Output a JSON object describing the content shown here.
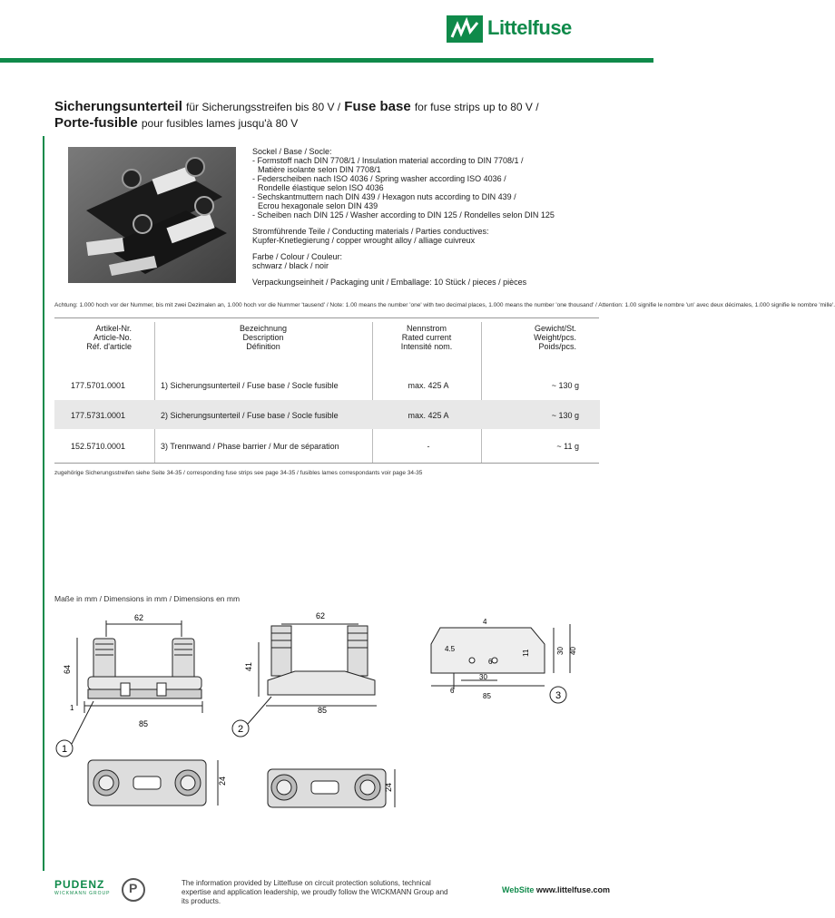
{
  "brand": {
    "name": "Littelfuse"
  },
  "title": {
    "line1_bold_de": "Sicherungsunterteil",
    "line1_de": "für Sicherungsstreifen bis 80 V /",
    "line1_bold_en": "Fuse base",
    "line1_en": "for fuse strips up to 80 V /",
    "line2_bold_fr": "Porte-fusible",
    "line2_fr": "pour fusibles lames jusqu'à 80 V"
  },
  "specs": {
    "base": [
      "Sockel / Base / Socle:",
      "- Formstoff nach DIN 7708/1 / Insulation material according to DIN 7708/1 /",
      "  Matière isolante selon DIN 7708/1",
      "- Federscheiben nach ISO 4036 / Spring washer according ISO 4036 /",
      "  Rondelle élastique selon ISO 4036",
      "- Sechskantmuttern nach DIN 439 / Hexagon nuts according to DIN 439 /",
      "  Ecrou hexagonale selon DIN 439",
      "- Scheiben nach DIN 125 / Washer according to DIN 125 / Rondelles selon DIN 125"
    ],
    "conducting": [
      "Stromführende Teile / Conducting materials / Parties conductives:",
      "Kupfer-Knetlegierung / copper wrought alloy / alliage cuivreux"
    ],
    "colour": [
      "Farbe / Colour / Couleur:",
      "schwarz / black / noir"
    ],
    "packaging": "Verpackungseinheit / Packaging unit / Emballage: 10 Stück / pieces / pièces"
  },
  "note": "Achtung: 1.000 hoch vor der Nummer, bis mit zwei Dezimalen an, 1.000 hoch vor die Nummer 'tausend' / Note: 1.00 means the number 'one' with two decimal places, 1.000 means the number 'one thousand' / Attention: 1.00 signifie le nombre 'un' avec deux décimales, 1.000 signifie le nombre 'mille'.",
  "table": {
    "headers": {
      "article": [
        "Artikel-Nr.",
        "Article-No.",
        "Réf. d'article"
      ],
      "description": [
        "Bezeichnung",
        "Description",
        "Définition"
      ],
      "rating": [
        "Nennstrom",
        "Rated current",
        "Intensité nom."
      ],
      "weight": [
        "Gewicht/St.",
        "Weight/pcs.",
        "Poids/pcs."
      ]
    },
    "rows": [
      {
        "article": "177.5701.0001",
        "description": "1) Sicherungsunterteil / Fuse base / Socle fusible",
        "rating": "max. 425 A",
        "weight": "~ 130 g"
      },
      {
        "article": "177.5731.0001",
        "description": "2) Sicherungsunterteil / Fuse base / Socle fusible",
        "rating": "max. 425 A",
        "weight": "~ 130 g"
      },
      {
        "article": "152.5710.0001",
        "description": "3) Trennwand / Phase barrier / Mur de séparation",
        "rating": "-",
        "weight": "~ 11 g"
      }
    ]
  },
  "footnote": "zugehörige Sicherungsstreifen siehe Seite 34-35 / corresponding fuse strips see page 34-35 / fusibles lames correspondants voir page 34-35",
  "dims_label": "Maße in mm / Dimensions in mm / Dimensions en mm",
  "drawing_labels": {
    "d1_width": "62",
    "d1_height": "64",
    "d1_base": "85",
    "d1_small": "1",
    "d1_top_height": "24",
    "callout1": "1",
    "d2_width": "62",
    "d2_height": "41",
    "d2_base": "85",
    "d2_top_height": "24",
    "callout2": "2",
    "d3_a": "4",
    "d3_b": "4.5",
    "d3_c": "6",
    "d3_d": "30",
    "d3_e": "40",
    "d3_f": "30",
    "d3_g": "85",
    "d3_h": "6",
    "d3_i": "11",
    "callout3": "3"
  },
  "footer": {
    "company": "PUDENZ",
    "company_sub": "WICKMANN GROUP",
    "text": "The information provided by Littelfuse on circuit protection solutions, technical expertise and application leadership, we proudly follow the WICKMANN Group and its products.",
    "website_label": "WebSite",
    "website_url": "www.littelfuse.com"
  },
  "colors": {
    "brand_green": "#0f8a4a"
  }
}
